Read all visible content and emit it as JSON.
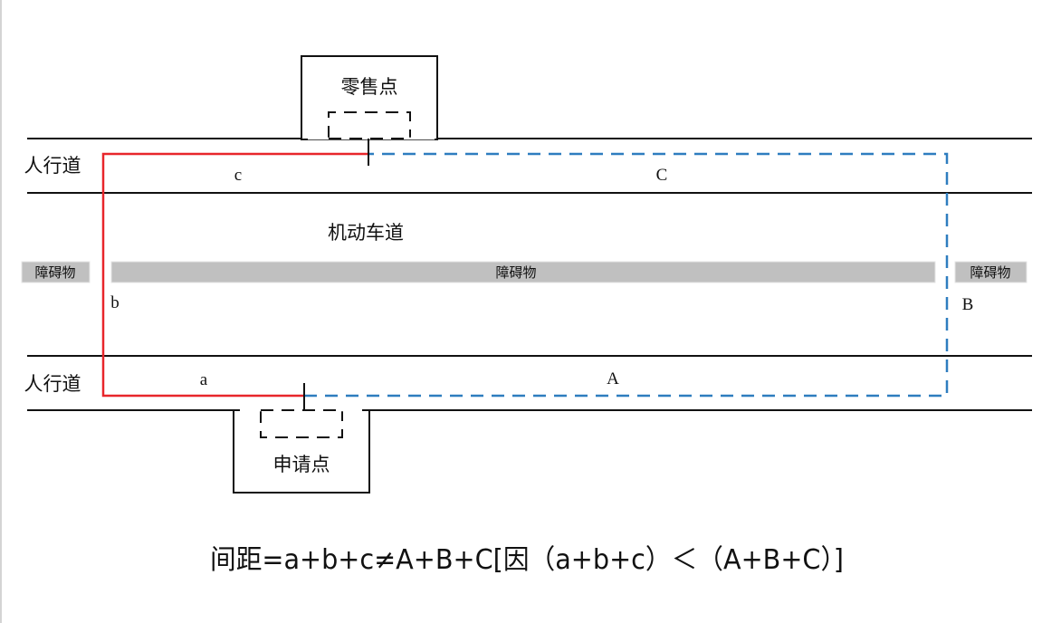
{
  "diagram": {
    "title": "零售点与申请点间距示意图",
    "labels": {
      "retail_point": "零售点",
      "application_point": "申请点",
      "sidewalk_top": "人行道",
      "sidewalk_bottom": "人行道",
      "motor_lane": "机动车道",
      "obstacle_left": "障碍物",
      "obstacle_center": "障碍物",
      "obstacle_right": "障碍物"
    },
    "segments": {
      "short_path": {
        "color": "#e8262b",
        "style": "solid",
        "labels": [
          "a",
          "b",
          "c"
        ]
      },
      "long_path": {
        "color": "#2e7dbf",
        "style": "dashed",
        "labels": [
          "A",
          "B",
          "C"
        ]
      }
    },
    "segment_labels": {
      "a": "a",
      "b": "b",
      "c": "c",
      "A": "A",
      "B": "B",
      "C": "C"
    },
    "colors": {
      "line": "#111111",
      "obstacle_fill": "#c0c0c0",
      "red_path": "#e8262b",
      "blue_path": "#2e7dbf"
    },
    "formula": "间距=a+b+c≠A+B+C[因（a+b+c）＜（A+B+C）]"
  }
}
